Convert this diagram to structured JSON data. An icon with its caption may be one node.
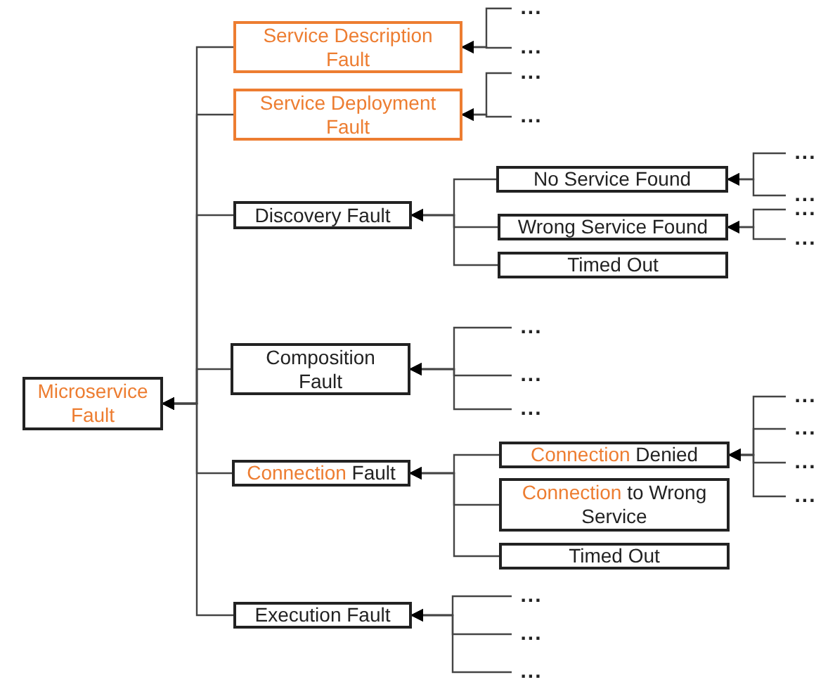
{
  "diagram": {
    "nodes": [
      {
        "text": [
          "Microservice Fault"
        ]
      },
      {
        "text": [
          "Service Description Fault"
        ]
      },
      {
        "text": [
          "..."
        ]
      },
      {
        "text": [
          "..."
        ]
      },
      {
        "text": [
          "Service Deployment Fault"
        ]
      },
      {
        "text": [
          "..."
        ]
      },
      {
        "text": [
          "..."
        ]
      },
      {
        "text": [
          "Discovery Fault"
        ]
      },
      {
        "text": [
          "No Service Found"
        ]
      },
      {
        "text": [
          "..."
        ]
      },
      {
        "text": [
          "..."
        ]
      },
      {
        "text": [
          "Wrong Service Found"
        ]
      },
      {
        "text": [
          "..."
        ]
      },
      {
        "text": [
          "..."
        ]
      },
      {
        "text": [
          "Timed Out"
        ]
      },
      {
        "text": [
          "Composition Fault"
        ]
      },
      {
        "text": [
          "..."
        ]
      },
      {
        "text": [
          "..."
        ]
      },
      {
        "text": [
          "..."
        ]
      },
      {
        "text": [
          "Connection Fault"
        ]
      },
      {
        "text": [
          "Connection Denied"
        ]
      },
      {
        "text": [
          "..."
        ]
      },
      {
        "text": [
          "..."
        ]
      },
      {
        "text": [
          "..."
        ]
      },
      {
        "text": [
          "..."
        ]
      },
      {
        "text": [
          "Connection to Wrong Service"
        ]
      },
      {
        "text": [
          "Timed Out"
        ]
      },
      {
        "text": [
          "Execution Fault"
        ]
      },
      {
        "text": [
          "..."
        ]
      },
      {
        "text": [
          "..."
        ]
      },
      {
        "text": [
          "..."
        ]
      }
    ],
    "edges": [
      {
        "from": 1,
        "to": 0,
        "arrow": "to"
      },
      {
        "from": 2,
        "to": 1,
        "arrow": "to"
      },
      {
        "from": 3,
        "to": 1,
        "arrow": "to"
      },
      {
        "from": 4,
        "to": 0,
        "arrow": "to"
      },
      {
        "from": 5,
        "to": 4,
        "arrow": "to"
      },
      {
        "from": 6,
        "to": 4,
        "arrow": "to"
      },
      {
        "from": 7,
        "to": 0,
        "arrow": "to"
      },
      {
        "from": 8,
        "to": 7,
        "arrow": "to"
      },
      {
        "from": 9,
        "to": 8,
        "arrow": "to"
      },
      {
        "from": 10,
        "to": 8,
        "arrow": "to"
      },
      {
        "from": 11,
        "to": 7,
        "arrow": "to"
      },
      {
        "from": 12,
        "to": 11,
        "arrow": "to"
      },
      {
        "from": 13,
        "to": 11,
        "arrow": "to"
      },
      {
        "from": 14,
        "to": 7,
        "arrow": "to"
      },
      {
        "from": 15,
        "to": 0,
        "arrow": "to"
      },
      {
        "from": 16,
        "to": 15,
        "arrow": "to"
      },
      {
        "from": 17,
        "to": 15,
        "arrow": "to"
      },
      {
        "from": 18,
        "to": 15,
        "arrow": "to"
      },
      {
        "from": 19,
        "to": 0,
        "arrow": "to"
      },
      {
        "from": 20,
        "to": 19,
        "arrow": "to"
      },
      {
        "from": 21,
        "to": 20,
        "arrow": "to"
      },
      {
        "from": 22,
        "to": 20,
        "arrow": "to"
      },
      {
        "from": 23,
        "to": 20,
        "arrow": "to"
      },
      {
        "from": 24,
        "to": 20,
        "arrow": "to"
      },
      {
        "from": 25,
        "to": 19,
        "arrow": "to"
      },
      {
        "from": 26,
        "to": 19,
        "arrow": "to"
      },
      {
        "from": 27,
        "to": 0,
        "arrow": "to"
      },
      {
        "from": 28,
        "to": 27,
        "arrow": "to"
      },
      {
        "from": 29,
        "to": 27,
        "arrow": "to"
      },
      {
        "from": 30,
        "to": 27,
        "arrow": "to"
      }
    ]
  }
}
